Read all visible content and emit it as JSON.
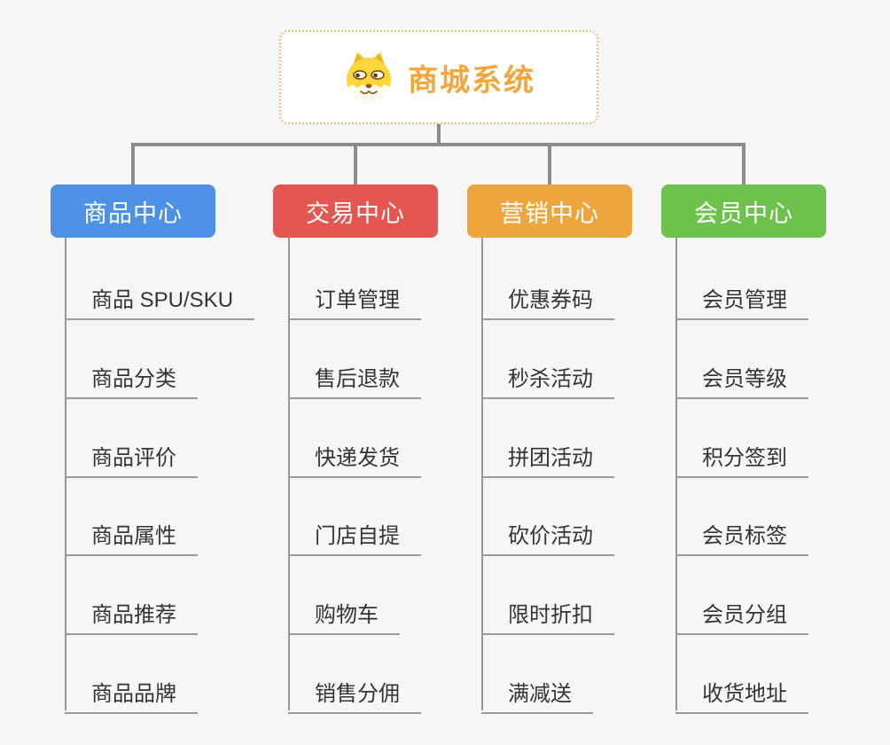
{
  "root": {
    "title": "商城系统",
    "icon": "dog-face-icon",
    "title_color": "#f2a63c",
    "border_color": "#f0bc74"
  },
  "branches": [
    {
      "title": "商品中心",
      "color": "#4c91e4",
      "items": [
        "商品 SPU/SKU",
        "商品分类",
        "商品评价",
        "商品属性",
        "商品推荐",
        "商品品牌"
      ]
    },
    {
      "title": "交易中心",
      "color": "#e4564f",
      "items": [
        "订单管理",
        "售后退款",
        "快递发货",
        "门店自提",
        "购物车",
        "销售分佣"
      ]
    },
    {
      "title": "营销中心",
      "color": "#eda63d",
      "items": [
        "优惠券码",
        "秒杀活动",
        "拼团活动",
        "砍价活动",
        "限时折扣",
        "满减送"
      ]
    },
    {
      "title": "会员中心",
      "color": "#6dc24b",
      "items": [
        "会员管理",
        "会员等级",
        "积分签到",
        "会员标签",
        "会员分组",
        "收货地址"
      ]
    }
  ],
  "colors": {
    "connector": "#8c8c8c",
    "leaf_line": "#9a9a9a",
    "background": "#f6f6f7",
    "leaf_text": "#33333b"
  }
}
